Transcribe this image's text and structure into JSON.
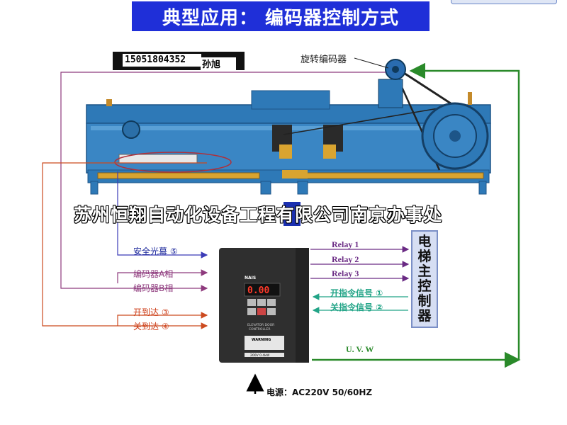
{
  "title": "典型应用：  编码器控制方式",
  "contact": {
    "phone": "15051804352",
    "name": "孙旭"
  },
  "encoder_label": "旋转编码器",
  "watermark": "苏州恒翔自动化设备工程有限公司南京办事处",
  "inputs": {
    "light_curtain": "安全光幕 ⑤",
    "encoder_a": "编码器A相",
    "encoder_b": "编码器B相",
    "open_arrive": "开到达 ③",
    "close_arrive": "关到达 ④"
  },
  "relays": [
    "Relay 1",
    "Relay 2",
    "Relay 3"
  ],
  "commands": {
    "open": "开指令信号 ①",
    "close": "关指令信号 ②"
  },
  "controller_chars": [
    "电",
    "梯",
    "主",
    "控",
    "制",
    "器"
  ],
  "output": "U. V. W",
  "power": "电源：AC220V   50/60HZ",
  "device": {
    "brand": "NAIS",
    "display": "0.00",
    "caption_1": "ELEVATOR DOOR",
    "caption_2": "CONTROLLER",
    "warning": "WARNING",
    "rating": "200V 0.4kW"
  },
  "colors": {
    "title_bg": "#1f2fd8",
    "frame_blue": "#2e79b7",
    "purple_line": "#8e3a7d",
    "blue_line": "#3b3bb7",
    "orange_line": "#cc4a1f",
    "green_line": "#2a8a2a",
    "teal_line": "#22a487",
    "relay_line": "#6a2a84"
  }
}
